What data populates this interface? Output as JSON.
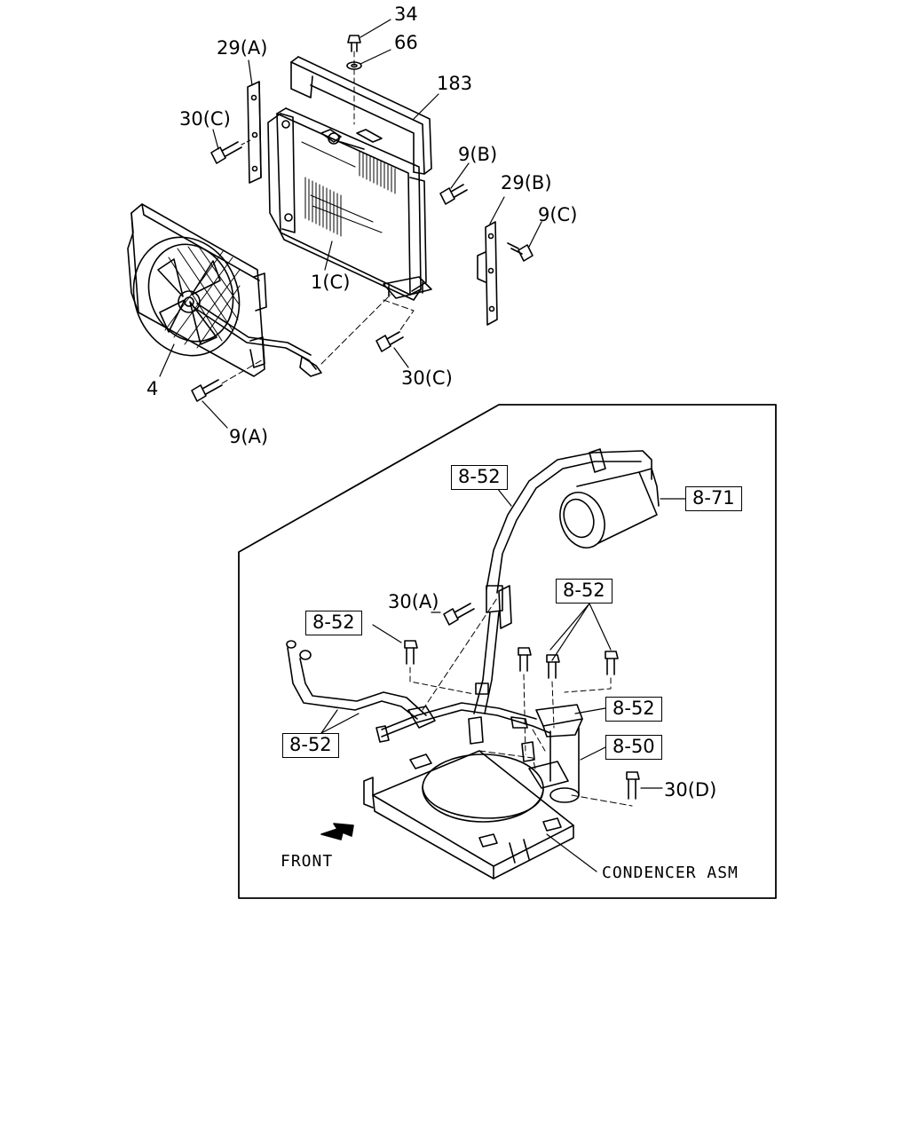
{
  "labels": {
    "l34": "34",
    "l66": "66",
    "l183": "183",
    "l29a": "29(A)",
    "l30c_top": "30(C)",
    "l9b": "9(B)",
    "l29b": "29(B)",
    "l9c": "9(C)",
    "l1c": "1(C)",
    "l4": "4",
    "l30c_bottom": "30(C)",
    "l9a": "9(A)",
    "box_852_top": "8-52",
    "box_871": "8-71",
    "box_852_right": "8-52",
    "l30a": "30(A)",
    "box_852_left": "8-52",
    "box_852_mid": "8-52",
    "box_852_lower_left": "8-52",
    "box_850": "8-50",
    "l30d": "30(D)",
    "front": "FRONT",
    "condenser": "CONDENCER ASM"
  },
  "icons": {
    "front_arrow": "front-arrow-icon"
  }
}
